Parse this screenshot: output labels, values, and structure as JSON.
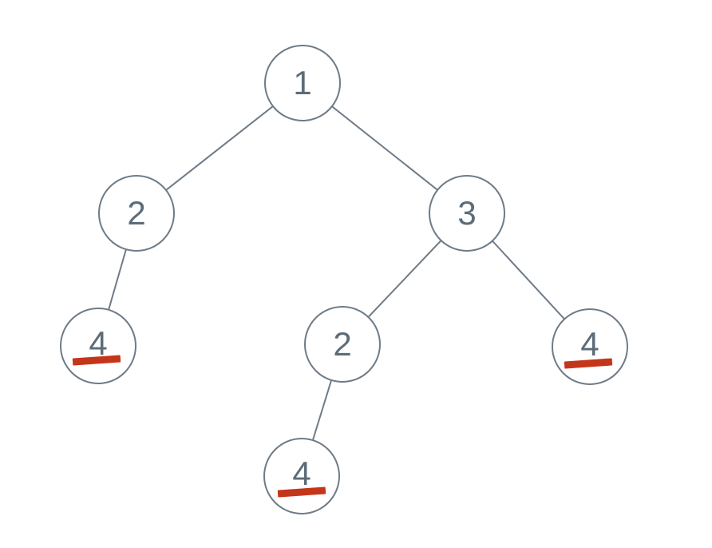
{
  "diagram": {
    "kind": "binary-tree",
    "background": "#ffffff",
    "colors": {
      "node_stroke": "#6e7b87",
      "node_fill": "#ffffff",
      "edge": "#6e7b87",
      "label_text": "#5c6c79",
      "underline": "#c4361a"
    },
    "nodes": [
      {
        "id": "root",
        "label": "1",
        "underlined": false,
        "children": [
          "left",
          "right"
        ]
      },
      {
        "id": "left",
        "label": "2",
        "underlined": false,
        "children": [
          "left-left"
        ]
      },
      {
        "id": "right",
        "label": "3",
        "underlined": false,
        "children": [
          "right-left",
          "right-right"
        ]
      },
      {
        "id": "left-left",
        "label": "4",
        "underlined": true,
        "children": []
      },
      {
        "id": "right-left",
        "label": "2",
        "underlined": false,
        "children": [
          "right-left-left"
        ]
      },
      {
        "id": "right-right",
        "label": "4",
        "underlined": true,
        "children": []
      },
      {
        "id": "right-left-left",
        "label": "4",
        "underlined": true,
        "children": []
      }
    ],
    "edges": [
      {
        "from": "root",
        "to": "left"
      },
      {
        "from": "root",
        "to": "right"
      },
      {
        "from": "left",
        "to": "left-left"
      },
      {
        "from": "right",
        "to": "right-left"
      },
      {
        "from": "right",
        "to": "right-right"
      },
      {
        "from": "right-left",
        "to": "right-left-left"
      }
    ]
  }
}
